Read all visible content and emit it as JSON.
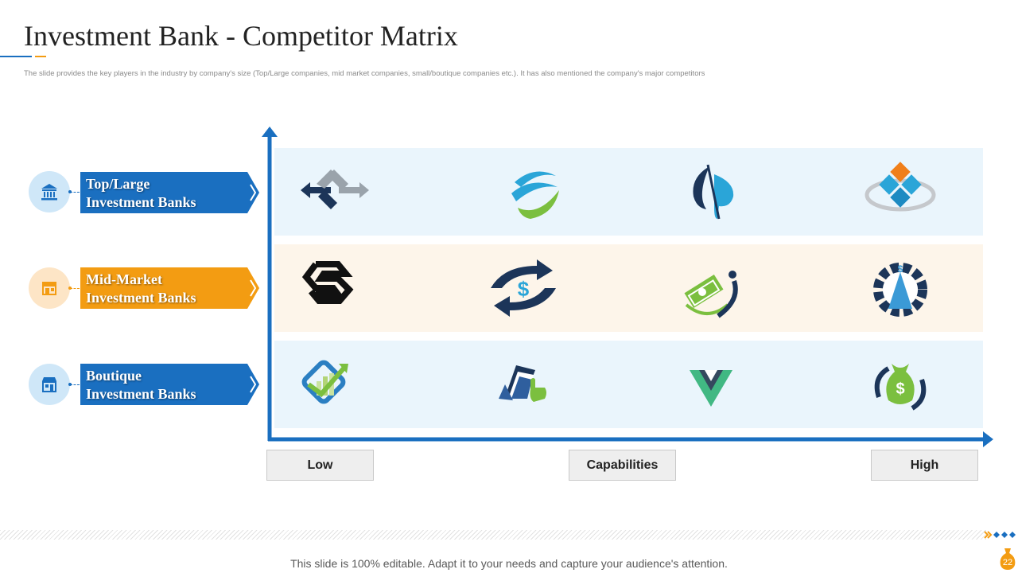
{
  "slide": {
    "title": "Investment Bank - Competitor Matrix",
    "subtitle": "The slide provides the key players in the industry by company's size (Top/Large companies, mid market companies, small/boutique  companies etc.). It has also mentioned the company's major competitors",
    "footer": "This slide is 100% editable. Adapt it to your needs and capture your audience's attention.",
    "page_number": "22"
  },
  "categories": [
    {
      "line1": "Top/Large",
      "line2": "Investment Banks",
      "color": "#1a6fc0",
      "icon": "bank-building-icon"
    },
    {
      "line1": "Mid-Market",
      "line2": "Investment Banks",
      "color": "#f39c12",
      "icon": "store-icon"
    },
    {
      "line1": "Boutique",
      "line2": "Investment Banks",
      "color": "#1a6fc0",
      "icon": "shop-front-icon"
    }
  ],
  "axis": {
    "low": "Low",
    "label": "Capabilities",
    "high": "High"
  },
  "logos": [
    [
      "chain-arrows-logo-icon",
      "swoosh-globe-logo-icon",
      "leaf-split-logo-icon",
      "diamond-tiles-logo-icon"
    ],
    [
      "hexagon-s-logo-icon",
      "dollar-exchange-logo-icon",
      "money-person-logo-icon",
      "gear-dollar-logo-icon"
    ],
    [
      "chart-checkmark-logo-icon",
      "pointing-hand-logo-icon",
      "v-mark-logo-icon",
      "money-bag-logo-icon"
    ]
  ],
  "colors": {
    "blue": "#1a6fc0",
    "orange": "#f39c12",
    "navy": "#1c3559",
    "green": "#7bbf3f",
    "cyan": "#2aa5d8"
  }
}
